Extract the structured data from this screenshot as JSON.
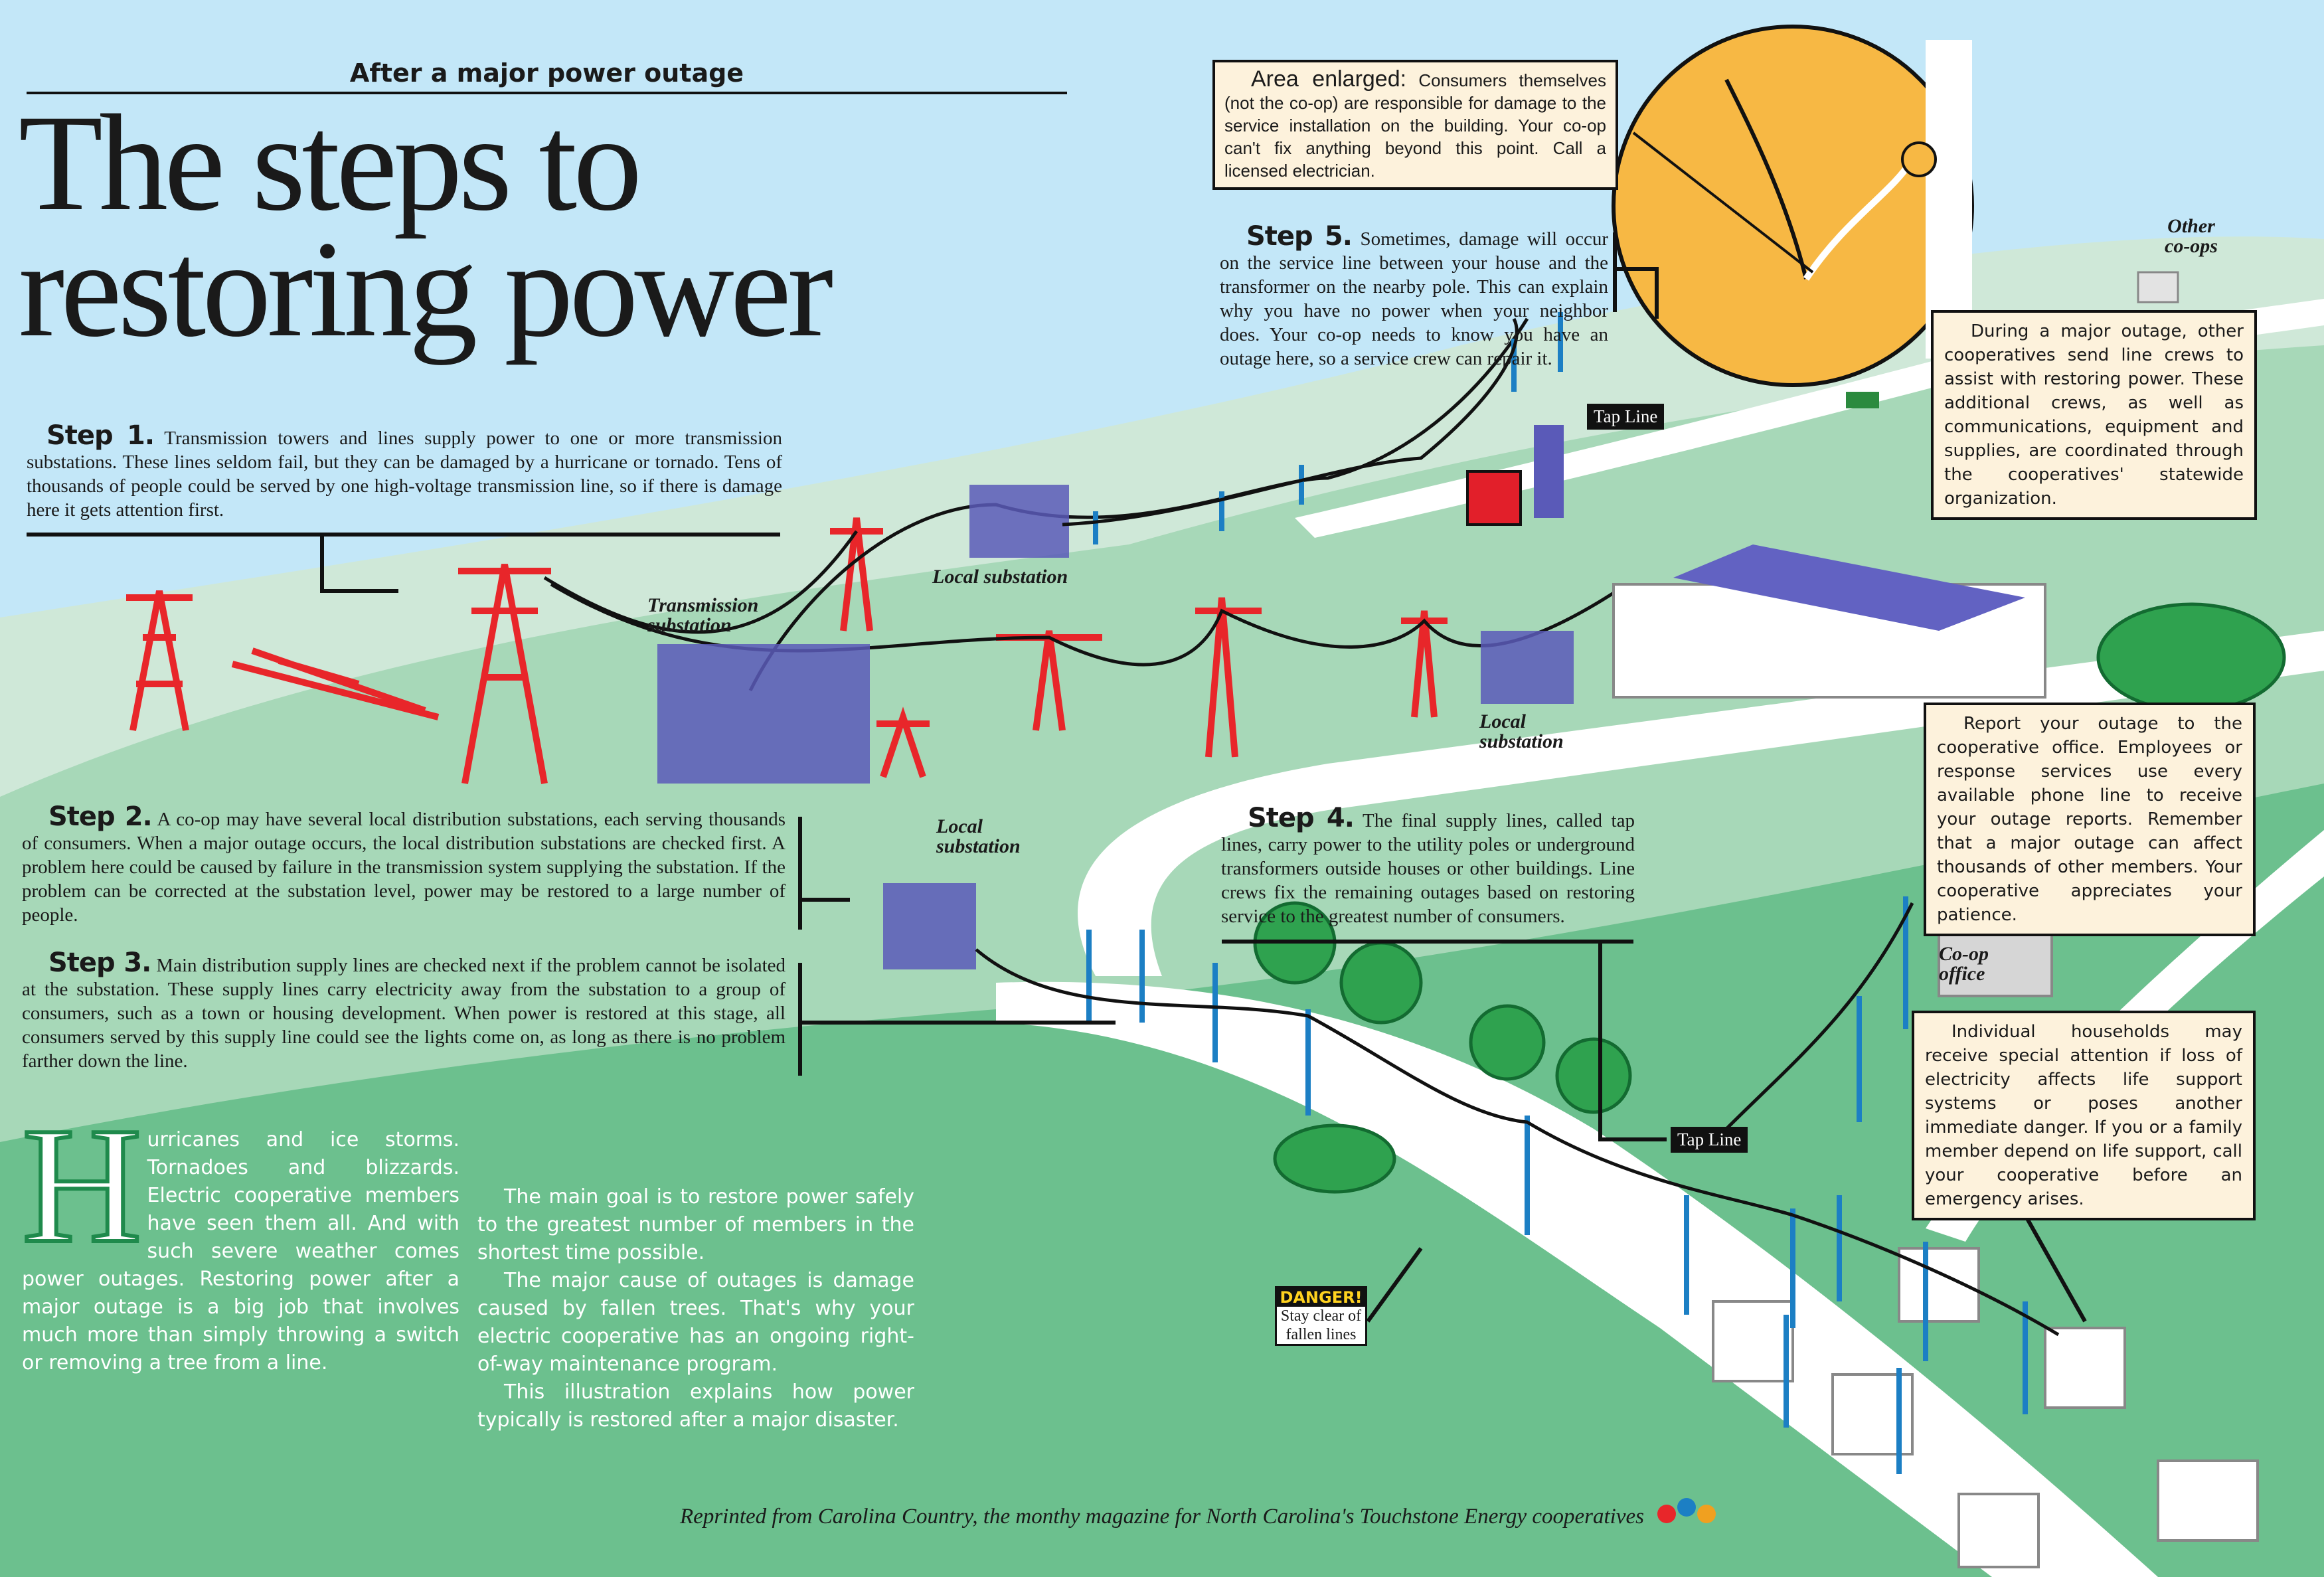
{
  "header": {
    "kicker": "After a major power outage",
    "title_line1": "The steps to",
    "title_line2": "restoring power"
  },
  "steps": [
    {
      "label": "Step 1.",
      "text": "Transmission towers and lines supply power to one or more transmission substations. These lines seldom fail, but they can be damaged by a hurricane or tornado. Tens of thousands of people could be served by one high-voltage transmission line, so if there is damage here it gets attention first."
    },
    {
      "label": "Step 2.",
      "text": "A co-op may have several local distribution substations, each serving thousands of consumers. When a major outage occurs, the local distribution substations are checked first. A problem here could be caused by failure in the transmission system supplying the substation. If the problem can be corrected at the substation level, power may be restored to a large number of people."
    },
    {
      "label": "Step 3.",
      "text": "Main distribution supply lines are checked next if the problem cannot be isolated at the substation. These supply lines carry electricity away from the substation to a group of consumers, such as a town or housing development. When power is restored at this stage, all consumers served by this supply line could see the lights come on, as long as there is no problem farther down the line."
    },
    {
      "label": "Step 4.",
      "text": "The final supply lines, called tap lines, carry power to the utility poles or underground transformers outside houses or other buildings. Line crews fix the remaining outages based on restoring service to the greatest number of consumers."
    },
    {
      "label": "Step 5.",
      "text": "Sometimes, damage will occur on the service line between your house and the transformer on the nearby pole. This can explain why you have no power when your neighbor does. Your co-op needs to know you have an outage here, so a service crew can repair it."
    }
  ],
  "callouts": {
    "area_enlarged_label": "Area enlarged:",
    "area_enlarged_text": "Consumers themselves (not the co-op) are responsible for damage to the service installation on the building. Your co-op can't fix anything beyond this point. Call a licensed electrician.",
    "other_coops": "During a major outage, other cooperatives send line crews to assist with restoring power. These additional crews, as well as communications, equipment and supplies, are coordinated through the cooperatives' statewide organization.",
    "report": "Report your outage to the cooperative office. Employees or response services use every available phone line to receive your outage reports. Remember that a major outage can affect thousands of other members. Your cooperative appreciates your patience.",
    "households": "Individual households may receive special attention if loss of electricity affects life support systems or poses another immediate danger. If you or a family member depend on life support, call your cooperative before an emergency arises."
  },
  "labels": {
    "transmission_substation": "Transmission substation",
    "local_substation": "Local substation",
    "tap_line": "Tap Line",
    "other_coops": "Other co-ops",
    "coop_office": "Co-op office",
    "danger_title": "DANGER!",
    "danger_text": "Stay clear of fallen lines"
  },
  "article": {
    "drop_cap": "H",
    "para1": "urricanes and ice storms. Tornadoes and blizzards. Electric cooperative members have seen them all. And with such severe weather comes power outages. Restoring power after a major outage is a big job that involves much more than simply throwing a switch or removing a tree from a line.",
    "para2": "The main goal is to restore power safely to the greatest number of members in the shortest time possible.",
    "para3": "The major cause of outages is damage caused by fallen trees. That's why your electric cooperative has an ongoing right-of-way maintenance program.",
    "para4": "This illustration explains how power typically is restored after a major disaster."
  },
  "footer": "Reprinted from Carolina Country, the monthy magazine for North Carolina's Touchstone Energy cooperatives",
  "colors": {
    "sky": "#c3e7f8",
    "hill_light": "#cfe8d8",
    "hill_mid": "#a7d8b8",
    "hill_dark": "#6cc08e",
    "tower": "#e8262a",
    "substation": "#5a5ab8",
    "pole": "#1c7fc4",
    "box": "#fdf2dc"
  }
}
